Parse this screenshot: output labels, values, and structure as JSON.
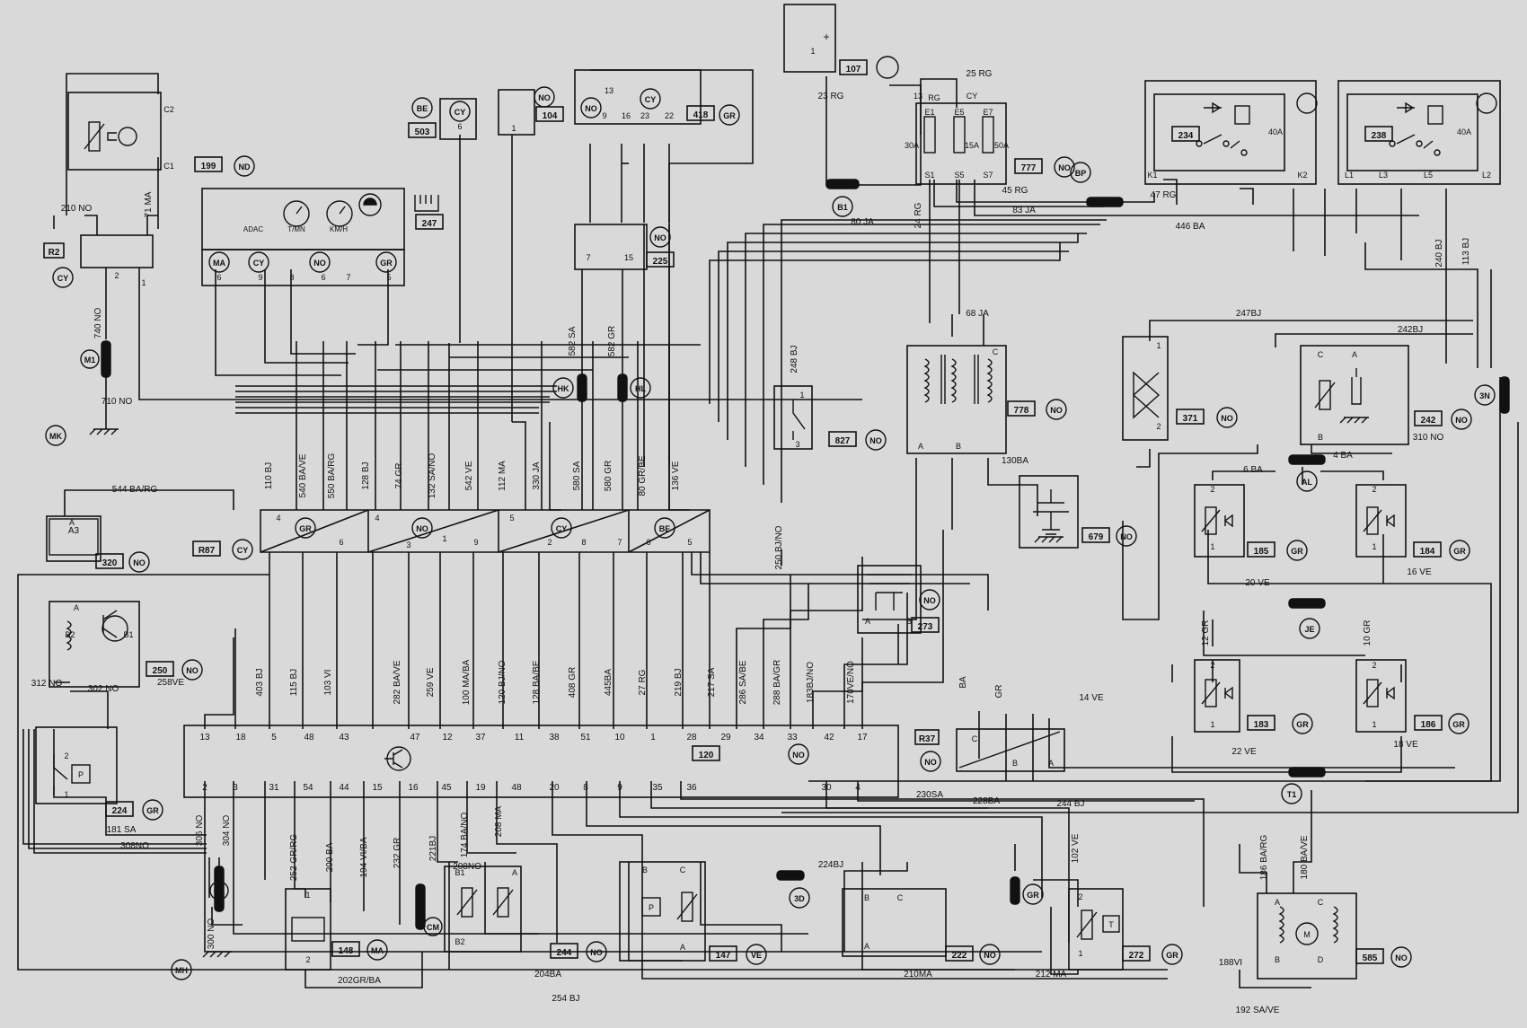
{
  "palette": {
    "paper": "#d9d9d9",
    "ink": "#111111"
  },
  "tags": [
    {
      "name": "tag-199",
      "t": "199"
    },
    {
      "name": "tag-nd-199",
      "t": "ND"
    },
    {
      "name": "tag-r2",
      "t": "R2"
    },
    {
      "name": "tag-cy-r2",
      "t": "CY"
    },
    {
      "name": "tag-m1",
      "t": "M1"
    },
    {
      "name": "tag-mk",
      "t": "MK"
    },
    {
      "name": "tag-a3",
      "t": "A3"
    },
    {
      "name": "tag-320",
      "t": "320"
    },
    {
      "name": "tag-no-320",
      "t": "NO"
    },
    {
      "name": "tag-250",
      "t": "250"
    },
    {
      "name": "tag-no-250",
      "t": "NO"
    },
    {
      "name": "tag-224",
      "t": "224"
    },
    {
      "name": "tag-gr-224",
      "t": "GR"
    },
    {
      "name": "tag-m1b",
      "t": "M1"
    },
    {
      "name": "tag-mh",
      "t": "MH"
    },
    {
      "name": "tag-148",
      "t": "148"
    },
    {
      "name": "tag-ma-148",
      "t": "MA"
    },
    {
      "name": "tag-cm",
      "t": "CM"
    },
    {
      "name": "tag-244",
      "t": "244"
    },
    {
      "name": "tag-no-244",
      "t": "NO"
    },
    {
      "name": "tag-3d",
      "t": "3D"
    },
    {
      "name": "tag-147",
      "t": "147"
    },
    {
      "name": "tag-ve-147",
      "t": "VE"
    },
    {
      "name": "tag-222",
      "t": "222"
    },
    {
      "name": "tag-no-222",
      "t": "NO"
    },
    {
      "name": "tag-gr-conn",
      "t": "GR"
    },
    {
      "name": "tag-272",
      "t": "272"
    },
    {
      "name": "tag-gr-272",
      "t": "GR"
    },
    {
      "name": "tag-585",
      "t": "585"
    },
    {
      "name": "tag-no-585",
      "t": "NO"
    },
    {
      "name": "tag-be-503",
      "t": "BE"
    },
    {
      "name": "tag-503",
      "t": "503"
    },
    {
      "name": "tag-cy-503",
      "t": "CY"
    },
    {
      "name": "tag-no-104",
      "t": "NO"
    },
    {
      "name": "tag-104",
      "t": "104"
    },
    {
      "name": "tag-no-418",
      "t": "NO"
    },
    {
      "name": "tag-cy-418",
      "t": "CY"
    },
    {
      "name": "tag-418",
      "t": "418"
    },
    {
      "name": "tag-gr-418",
      "t": "GR"
    },
    {
      "name": "tag-247",
      "t": "247"
    },
    {
      "name": "tag-ma-inst",
      "t": "MA"
    },
    {
      "name": "tag-cy-inst",
      "t": "CY"
    },
    {
      "name": "tag-no-inst",
      "t": "NO"
    },
    {
      "name": "tag-gr-inst",
      "t": "GR"
    },
    {
      "name": "tag-no-225",
      "t": "NO"
    },
    {
      "name": "tag-225",
      "t": "225"
    },
    {
      "name": "tag-hk",
      "t": "HK"
    },
    {
      "name": "tag-hl",
      "t": "HL"
    },
    {
      "name": "tag-107",
      "t": "107"
    },
    {
      "name": "tag-b1",
      "t": "B1"
    },
    {
      "name": "tag-777",
      "t": "777"
    },
    {
      "name": "tag-no-777",
      "t": "NO"
    },
    {
      "name": "tag-bp",
      "t": "BP"
    },
    {
      "name": "tag-234",
      "t": "234"
    },
    {
      "name": "tag-238",
      "t": "238"
    },
    {
      "name": "tag-827",
      "t": "827"
    },
    {
      "name": "tag-no-827",
      "t": "NO"
    },
    {
      "name": "tag-778",
      "t": "778"
    },
    {
      "name": "tag-no-778",
      "t": "NO"
    },
    {
      "name": "tag-679",
      "t": "679"
    },
    {
      "name": "tag-no-679",
      "t": "NO"
    },
    {
      "name": "tag-371",
      "t": "371"
    },
    {
      "name": "tag-no-371",
      "t": "NO"
    },
    {
      "name": "tag-242",
      "t": "242"
    },
    {
      "name": "tag-no-242",
      "t": "NO"
    },
    {
      "name": "tag-3n",
      "t": "3N"
    },
    {
      "name": "tag-al",
      "t": "AL"
    },
    {
      "name": "tag-185",
      "t": "185"
    },
    {
      "name": "tag-gr-185",
      "t": "GR"
    },
    {
      "name": "tag-184",
      "t": "184"
    },
    {
      "name": "tag-gr-184",
      "t": "GR"
    },
    {
      "name": "tag-je",
      "t": "JE"
    },
    {
      "name": "tag-183",
      "t": "183"
    },
    {
      "name": "tag-gr-183",
      "t": "GR"
    },
    {
      "name": "tag-186",
      "t": "186"
    },
    {
      "name": "tag-gr-186",
      "t": "GR"
    },
    {
      "name": "tag-t1",
      "t": "T1"
    },
    {
      "name": "tag-273",
      "t": "273"
    },
    {
      "name": "tag-no-273",
      "t": "NO"
    },
    {
      "name": "tag-r37",
      "t": "R37"
    },
    {
      "name": "tag-no-r37",
      "t": "NO"
    },
    {
      "name": "tag-120",
      "t": "120"
    },
    {
      "name": "tag-no-120",
      "t": "NO"
    },
    {
      "name": "tag-r87",
      "t": "R87"
    },
    {
      "name": "tag-cy-r87",
      "t": "CY"
    },
    {
      "name": "tag-gr-r87",
      "t": "GR"
    },
    {
      "name": "tag-no-r87",
      "t": "NO"
    },
    {
      "name": "tag-cy-r87b",
      "t": "CY"
    },
    {
      "name": "tag-be-r87",
      "t": "BE"
    }
  ],
  "wire_labels": [
    {
      "name": "wl-210no",
      "t": "210 NO"
    },
    {
      "name": "wl-71ma",
      "t": "71 MA"
    },
    {
      "name": "wl-740no",
      "t": "740 NO"
    },
    {
      "name": "wl-710no",
      "t": "710 NO"
    },
    {
      "name": "wl-544",
      "t": "544 BA/RG"
    },
    {
      "name": "wl-312no",
      "t": "312 NO"
    },
    {
      "name": "wl-302no",
      "t": "302 NO"
    },
    {
      "name": "wl-258ve",
      "t": "258VE"
    },
    {
      "name": "wl-181sa",
      "t": "181 SA"
    },
    {
      "name": "wl-308no",
      "t": "308NO"
    },
    {
      "name": "wl-306no",
      "t": "306 NO"
    },
    {
      "name": "wl-304no",
      "t": "304 NO"
    },
    {
      "name": "wl-300no",
      "t": "300 NO"
    },
    {
      "name": "wl-252",
      "t": "252 GR/RG"
    },
    {
      "name": "wl-200ba",
      "t": "200 BA"
    },
    {
      "name": "wl-194",
      "t": "194 VI/BA"
    },
    {
      "name": "wl-232gr",
      "t": "232 GR"
    },
    {
      "name": "wl-221bj",
      "t": "221BJ"
    },
    {
      "name": "wl-174",
      "t": "174 BA/NO"
    },
    {
      "name": "wl-208ma",
      "t": "208 MA"
    },
    {
      "name": "wl-208no",
      "t": "208NO"
    },
    {
      "name": "wl-224bj",
      "t": "224BJ"
    },
    {
      "name": "wl-202",
      "t": "202GR/BA"
    },
    {
      "name": "wl-204ba",
      "t": "204BA"
    },
    {
      "name": "wl-254bj",
      "t": "254 BJ"
    },
    {
      "name": "wl-210ma",
      "t": "210MA"
    },
    {
      "name": "wl-212ma",
      "t": "212 MA"
    },
    {
      "name": "wl-102ve",
      "t": "102 VE"
    },
    {
      "name": "wl-188vi",
      "t": "188VI"
    },
    {
      "name": "wl-192",
      "t": "192 SA/VE"
    },
    {
      "name": "wl-186",
      "t": "186 BA/RG"
    },
    {
      "name": "wl-180",
      "t": "180 BA/VE"
    },
    {
      "name": "wl-23rg",
      "t": "23 RG"
    },
    {
      "name": "wl-25rg",
      "t": "25 RG"
    },
    {
      "name": "wl-80ja",
      "t": "80 JA"
    },
    {
      "name": "wl-24rg",
      "t": "24 RG"
    },
    {
      "name": "wl-45rg",
      "t": "45 RG"
    },
    {
      "name": "wl-83ja",
      "t": "83 JA"
    },
    {
      "name": "wl-47rg",
      "t": "47 RG"
    },
    {
      "name": "wl-446ba",
      "t": "446 BA"
    },
    {
      "name": "wl-240bj",
      "t": "240 BJ"
    },
    {
      "name": "wl-113bj",
      "t": "113 BJ"
    },
    {
      "name": "wl-68ja",
      "t": "68 JA"
    },
    {
      "name": "wl-247bj",
      "t": "247BJ"
    },
    {
      "name": "wl-242bj",
      "t": "242BJ"
    },
    {
      "name": "wl-248bj",
      "t": "248 BJ"
    },
    {
      "name": "wl-250",
      "t": "250 BJ/NO"
    },
    {
      "name": "wl-130ba",
      "t": "130BA"
    },
    {
      "name": "wl-310no",
      "t": "310 NO"
    },
    {
      "name": "wl-6ba",
      "t": "6 BA"
    },
    {
      "name": "wl-4ba",
      "t": "4 BA"
    },
    {
      "name": "wl-20ve",
      "t": "20 VE"
    },
    {
      "name": "wl-16ve",
      "t": "16 VE"
    },
    {
      "name": "wl-12gr",
      "t": "12 GR"
    },
    {
      "name": "wl-10gr",
      "t": "10 GR"
    },
    {
      "name": "wl-22ve",
      "t": "22 VE"
    },
    {
      "name": "wl-18ve",
      "t": "18 VE"
    },
    {
      "name": "wl-14ve",
      "t": "14 VE"
    },
    {
      "name": "wl-ba",
      "t": "BA"
    },
    {
      "name": "wl-gr",
      "t": "GR"
    },
    {
      "name": "wl-230sa",
      "t": "230SA"
    },
    {
      "name": "wl-228ba",
      "t": "228BA"
    },
    {
      "name": "wl-244bj",
      "t": "244 BJ"
    },
    {
      "name": "wl-582sa",
      "t": "582 SA"
    },
    {
      "name": "wl-582gr",
      "t": "582 GR"
    },
    {
      "name": "wl-110bj",
      "t": "110 BJ"
    },
    {
      "name": "wl-540",
      "t": "540 BA/VE"
    },
    {
      "name": "wl-550",
      "t": "550 BA/RG"
    },
    {
      "name": "wl-128bj",
      "t": "128 BJ"
    },
    {
      "name": "wl-74gr",
      "t": "74 GR"
    },
    {
      "name": "wl-132",
      "t": "132 SA/NO"
    },
    {
      "name": "wl-542ve",
      "t": "542 VE"
    },
    {
      "name": "wl-112ma",
      "t": "112 MA"
    },
    {
      "name": "wl-330ja",
      "t": "330 JA"
    },
    {
      "name": "wl-580sa",
      "t": "580 SA"
    },
    {
      "name": "wl-580gr",
      "t": "580 GR"
    },
    {
      "name": "wl-80",
      "t": "80 GR/BE"
    },
    {
      "name": "wl-136ve",
      "t": "136 VE"
    },
    {
      "name": "wl-403bj",
      "t": "403 BJ"
    },
    {
      "name": "wl-115bj",
      "t": "115 BJ"
    },
    {
      "name": "wl-103vi",
      "t": "103 VI"
    },
    {
      "name": "wl-282",
      "t": "282 BA/VE"
    },
    {
      "name": "wl-259ve",
      "t": "259 VE"
    },
    {
      "name": "wl-100",
      "t": "100 MA/BA"
    },
    {
      "name": "wl-120",
      "t": "120 BJ/NO"
    },
    {
      "name": "wl-128",
      "t": "128 BA/BE"
    },
    {
      "name": "wl-408gr",
      "t": "408 GR"
    },
    {
      "name": "wl-445ba",
      "t": "445BA"
    },
    {
      "name": "wl-27rg",
      "t": "27 RG"
    },
    {
      "name": "wl-219bj",
      "t": "219 BJ"
    },
    {
      "name": "wl-217sa",
      "t": "217 SA"
    },
    {
      "name": "wl-286",
      "t": "286 SA/BE"
    },
    {
      "name": "wl-288",
      "t": "288 BA/GR"
    },
    {
      "name": "wl-183",
      "t": "183BJ/NO"
    },
    {
      "name": "wl-170",
      "t": "170VE/NO"
    }
  ],
  "pins": [
    {
      "name": "pin-c2",
      "t": "C2"
    },
    {
      "name": "pin-c1",
      "t": "C1"
    },
    {
      "name": "pin-2",
      "t": "2"
    },
    {
      "name": "pin-1",
      "t": "1"
    },
    {
      "name": "pin-250a",
      "t": "A"
    },
    {
      "name": "pin-250b2",
      "t": "B2"
    },
    {
      "name": "pin-250b1",
      "t": "B1"
    },
    {
      "name": "pin-224-2",
      "t": "2"
    },
    {
      "name": "pin-224-1",
      "t": "1"
    },
    {
      "name": "pin-224-p",
      "t": "P"
    },
    {
      "name": "pin-148-1",
      "t": "1"
    },
    {
      "name": "pin-148-2",
      "t": "2"
    },
    {
      "name": "pin-244b1",
      "t": "B1"
    },
    {
      "name": "pin-244a",
      "t": "A"
    },
    {
      "name": "pin-244b2",
      "t": "B2"
    },
    {
      "name": "pin-147b",
      "t": "B"
    },
    {
      "name": "pin-147c",
      "t": "C"
    },
    {
      "name": "pin-147a",
      "t": "A"
    },
    {
      "name": "pin-147p",
      "t": "P"
    },
    {
      "name": "pin-222b",
      "t": "B"
    },
    {
      "name": "pin-222c",
      "t": "C"
    },
    {
      "name": "pin-222a",
      "t": "A"
    },
    {
      "name": "pin-272-2",
      "t": "2"
    },
    {
      "name": "pin-272-1",
      "t": "1"
    },
    {
      "name": "pin-272-t",
      "t": "T"
    },
    {
      "name": "pin-585a",
      "t": "A"
    },
    {
      "name": "pin-585c",
      "t": "C"
    },
    {
      "name": "pin-585b",
      "t": "B"
    },
    {
      "name": "pin-585d",
      "t": "D"
    },
    {
      "name": "pin-585m",
      "t": "M"
    },
    {
      "name": "pin-503-6",
      "t": "6"
    },
    {
      "name": "pin-104-1",
      "t": "1"
    },
    {
      "name": "pin-418-13",
      "t": "13"
    },
    {
      "name": "pin-418-9",
      "t": "9"
    },
    {
      "name": "pin-418-16",
      "t": "16"
    },
    {
      "name": "pin-418-23",
      "t": "23"
    },
    {
      "name": "pin-418-22",
      "t": "22"
    },
    {
      "name": "pin-inst-6",
      "t": "6"
    },
    {
      "name": "pin-inst-9",
      "t": "9"
    },
    {
      "name": "pin-inst-8",
      "t": "8"
    },
    {
      "name": "pin-inst-6b",
      "t": "6"
    },
    {
      "name": "pin-inst-7",
      "t": "7"
    },
    {
      "name": "pin-inst-5",
      "t": "5"
    },
    {
      "name": "gauge-a",
      "t": "ADAC"
    },
    {
      "name": "gauge-b",
      "t": "T/MN"
    },
    {
      "name": "gauge-c",
      "t": "KM/H"
    },
    {
      "name": "pin-225-7",
      "t": "7"
    },
    {
      "name": "pin-225-15",
      "t": "15"
    },
    {
      "name": "pin-107-1",
      "t": "1"
    },
    {
      "name": "pin-107-plus",
      "t": "+"
    },
    {
      "name": "pin-777-13",
      "t": "13"
    },
    {
      "name": "pin-777-rg",
      "t": "RG"
    },
    {
      "name": "pin-777-cy",
      "t": "CY"
    },
    {
      "name": "pin-e1",
      "t": "E1"
    },
    {
      "name": "pin-e5",
      "t": "E5"
    },
    {
      "name": "pin-e7",
      "t": "E7"
    },
    {
      "name": "pin-s1",
      "t": "S1"
    },
    {
      "name": "pin-s5",
      "t": "S5"
    },
    {
      "name": "pin-s7",
      "t": "S7"
    },
    {
      "name": "fuse-30a",
      "t": "30A"
    },
    {
      "name": "fuse-15a",
      "t": "15A"
    },
    {
      "name": "fuse-50a",
      "t": "50A"
    },
    {
      "name": "pin-k1",
      "t": "K1"
    },
    {
      "name": "pin-k2",
      "t": "K2"
    },
    {
      "name": "relay1-40a",
      "t": "40A"
    },
    {
      "name": "pin-l1",
      "t": "L1"
    },
    {
      "name": "pin-l3",
      "t": "L3"
    },
    {
      "name": "pin-l5",
      "t": "L5"
    },
    {
      "name": "pin-l2",
      "t": "L2"
    },
    {
      "name": "relay2-40a",
      "t": "40A"
    },
    {
      "name": "pin-827-1",
      "t": "1"
    },
    {
      "name": "pin-827-3",
      "t": "3"
    },
    {
      "name": "pin-778-a",
      "t": "A"
    },
    {
      "name": "pin-778-b",
      "t": "B"
    },
    {
      "name": "pin-778-c",
      "t": "C"
    },
    {
      "name": "pin-371-1",
      "t": "1"
    },
    {
      "name": "pin-371-2",
      "t": "2"
    },
    {
      "name": "pin-242-c",
      "t": "C"
    },
    {
      "name": "pin-242-a",
      "t": "A"
    },
    {
      "name": "pin-242-b",
      "t": "B"
    },
    {
      "name": "pin-185-2",
      "t": "2"
    },
    {
      "name": "pin-185-1",
      "t": "1"
    },
    {
      "name": "pin-184-2",
      "t": "2"
    },
    {
      "name": "pin-184-1",
      "t": "1"
    },
    {
      "name": "pin-183-2",
      "t": "2"
    },
    {
      "name": "pin-183-1",
      "t": "1"
    },
    {
      "name": "pin-186-2",
      "t": "2"
    },
    {
      "name": "pin-186-1",
      "t": "1"
    },
    {
      "name": "pin-273-a",
      "t": "A"
    },
    {
      "name": "pin-273-b",
      "t": "B"
    },
    {
      "name": "pin-r37-c",
      "t": "C"
    },
    {
      "name": "pin-r37-b",
      "t": "B"
    },
    {
      "name": "pin-r37-a",
      "t": "A"
    },
    {
      "name": "pin-r87-4a",
      "t": "4"
    },
    {
      "name": "pin-r87-6",
      "t": "6"
    },
    {
      "name": "pin-r87-4b",
      "t": "4"
    },
    {
      "name": "pin-r87-3",
      "t": "3"
    },
    {
      "name": "pin-r87-1",
      "t": "1"
    },
    {
      "name": "pin-r87-9",
      "t": "9"
    },
    {
      "name": "pin-r87-5a",
      "t": "5"
    },
    {
      "name": "pin-r87-2",
      "t": "2"
    },
    {
      "name": "pin-r87-8",
      "t": "8"
    },
    {
      "name": "pin-r87-7",
      "t": "7"
    },
    {
      "name": "pin-r87-6b",
      "t": "6"
    },
    {
      "name": "pin-r87-5b",
      "t": "5"
    }
  ],
  "ecu_top_pins": [
    "13",
    "18",
    "5",
    "48",
    "43",
    "47",
    "12",
    "37",
    "11",
    "38",
    "51",
    "10",
    "1",
    "28",
    "29",
    "34",
    "33",
    "42",
    "17"
  ],
  "ecu_bottom_pins": [
    "2",
    "3",
    "31",
    "54",
    "44",
    "15",
    "16",
    "45",
    "19",
    "48",
    "20",
    "8",
    "9",
    "35",
    "36",
    "30",
    "4"
  ]
}
